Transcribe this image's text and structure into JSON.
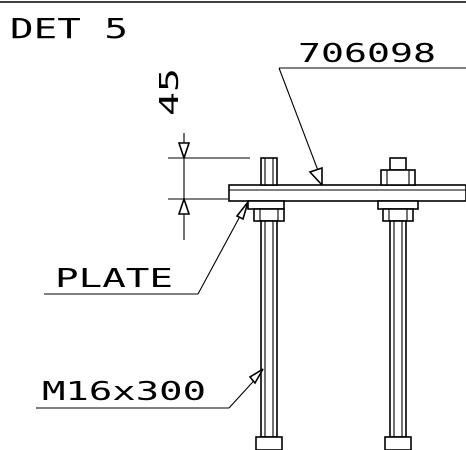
{
  "drawing": {
    "detail_label": "DET 5",
    "part_number": "706098",
    "dimension_value": "45",
    "plate_label": "PLATE",
    "bolt_label": "M16x300"
  }
}
